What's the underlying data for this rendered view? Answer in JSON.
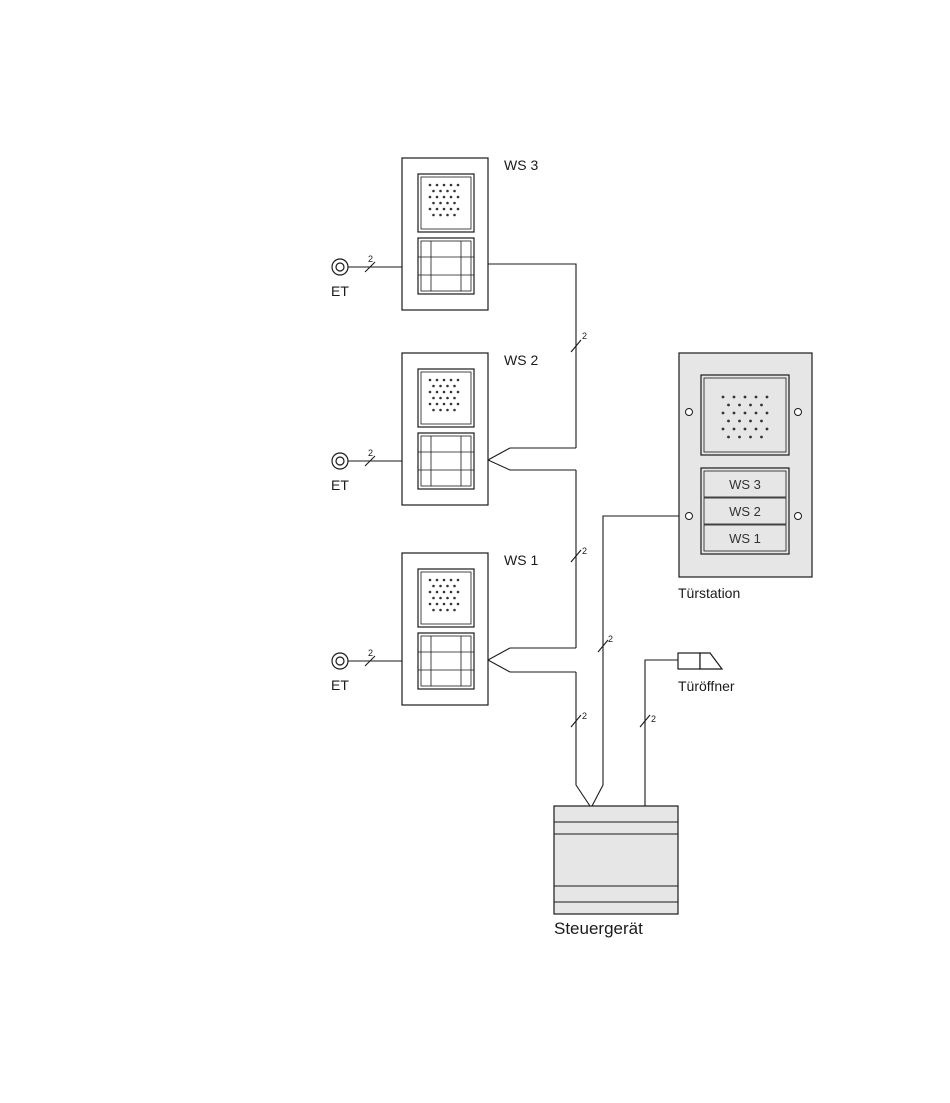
{
  "stations": [
    {
      "label": "WS 3"
    },
    {
      "label": "WS 2"
    },
    {
      "label": "WS 1"
    }
  ],
  "et_label": "ET",
  "wire_count": "2",
  "door_station": {
    "label": "Türstation",
    "buttons": [
      "WS 3",
      "WS 2",
      "WS 1"
    ]
  },
  "door_opener": {
    "label": "Türöffner"
  },
  "controller": {
    "label": "Steuergerät"
  },
  "colors": {
    "line": "#1a1a1a",
    "panel_fill": "#e6e6e6",
    "white": "#ffffff"
  }
}
